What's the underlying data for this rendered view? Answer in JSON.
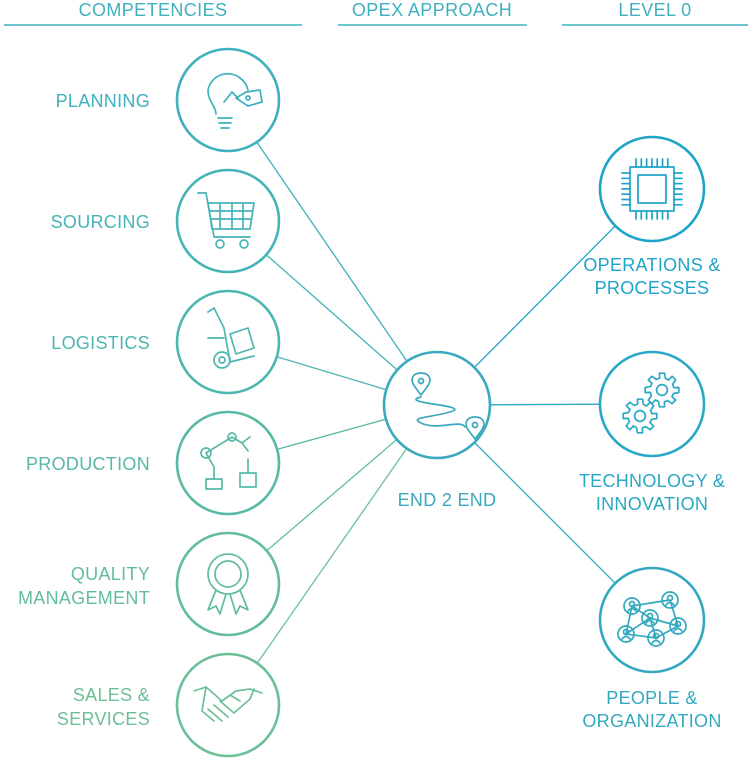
{
  "headers": {
    "competencies": "COMPETENCIES",
    "opex_approach": "OPEX APPROACH",
    "level_0": "LEVEL 0"
  },
  "competencies": [
    {
      "lines": [
        "PLANNING"
      ],
      "icon": "lightbulb-tag-icon",
      "color": "#3fb0bf"
    },
    {
      "lines": [
        "SOURCING"
      ],
      "icon": "shopping-cart-icon",
      "color": "#45b4b8"
    },
    {
      "lines": [
        "LOGISTICS"
      ],
      "icon": "hand-truck-icon",
      "color": "#4db6b0"
    },
    {
      "lines": [
        "PRODUCTION"
      ],
      "icon": "robot-arm-icon",
      "color": "#57b9a6"
    },
    {
      "lines": [
        "QUALITY",
        "MANAGEMENT"
      ],
      "icon": "award-rosette-icon",
      "color": "#62bc9e"
    },
    {
      "lines": [
        "SALES &",
        "SERVICES"
      ],
      "icon": "handshake-icon",
      "color": "#6cbf96"
    }
  ],
  "center": {
    "label": "END 2 END",
    "icon": "route-map-pins-icon",
    "color": "#3aa9bd"
  },
  "level0": [
    {
      "lines": [
        "OPERATIONS &",
        "PROCESSES"
      ],
      "icon": "cpu-chip-icon",
      "color": "#1ea4c8"
    },
    {
      "lines": [
        "TECHNOLOGY &",
        "INNOVATION"
      ],
      "icon": "gears-icon",
      "color": "#2aa8c4"
    },
    {
      "lines": [
        "PEOPLE &",
        "ORGANIZATION"
      ],
      "icon": "people-network-icon",
      "color": "#33a9c0"
    }
  ]
}
